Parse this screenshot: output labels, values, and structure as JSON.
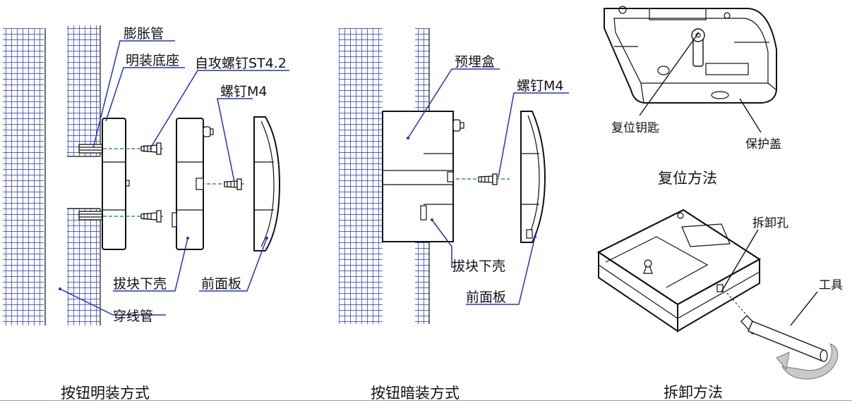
{
  "surface_mount": {
    "labels": {
      "expansion_tube": "膨胀管",
      "surface_base": "明装底座",
      "self_tapping_screw": "自攻螺钉ST4.2",
      "screw_m4": "螺钉M4",
      "plug_lower_shell": "拔块下壳",
      "front_panel": "前面板",
      "conduit": "穿线管"
    },
    "caption": "按钮明装方式"
  },
  "flush_mount": {
    "labels": {
      "embedded_box": "预埋盒",
      "screw_m4": "螺钉M4",
      "plug_lower_shell": "拔块下壳",
      "front_panel": "前面板"
    },
    "caption": "按钮暗装方式"
  },
  "reset": {
    "labels": {
      "reset_key": "复位钥匙",
      "protective_cover": "保护盖"
    },
    "caption": "复位方法"
  },
  "removal": {
    "labels": {
      "removal_hole": "拆卸孔",
      "tool": "工具"
    },
    "caption": "拆卸方法"
  },
  "colors": {
    "brick_pattern": "#1f2fc0",
    "leader": "#1f33c8",
    "screw_axis": "#2fa04a"
  }
}
